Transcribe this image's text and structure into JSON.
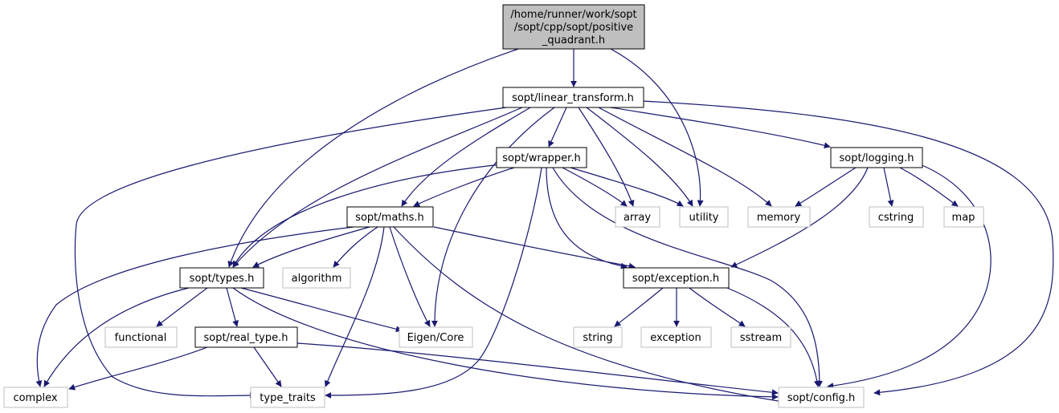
{
  "colors": {
    "edge": "#191970",
    "root_fill": "#bfbfbf",
    "documented_border": "#000000",
    "external_border": "#bfbfbf",
    "background": "#ffffff"
  },
  "root": {
    "lines": [
      "/home/runner/work/sopt",
      "/sopt/cpp/sopt/positive",
      "_quadrant.h"
    ]
  },
  "headers": {
    "linear_transform": "sopt/linear_transform.h",
    "wrapper": "sopt/wrapper.h",
    "logging": "sopt/logging.h",
    "maths": "sopt/maths.h",
    "types": "sopt/types.h",
    "exception": "sopt/exception.h",
    "real_type": "sopt/real_type.h",
    "config": "sopt/config.h"
  },
  "system_headers": {
    "array": "array",
    "utility": "utility",
    "memory": "memory",
    "cstring": "cstring",
    "map": "map",
    "algorithm": "algorithm",
    "functional": "functional",
    "eigen_core": "Eigen/Core",
    "string": "string",
    "exception_std": "exception",
    "sstream": "sstream",
    "complex": "complex",
    "type_traits": "type_traits"
  }
}
